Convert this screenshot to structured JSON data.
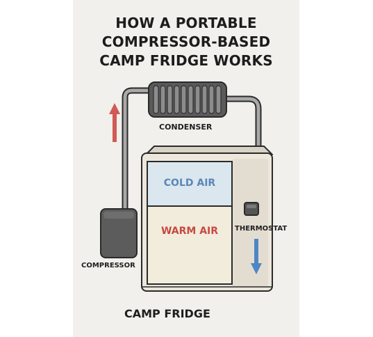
{
  "title": {
    "line1": "HOW A PORTABLE",
    "line2": "COMPRESSOR-BASED",
    "line3": "CAMP FRIDGE WORKS"
  },
  "labels": {
    "condenser": "CONDENSER",
    "compressor": "COMPRESSOR",
    "thermostat": "THERMOSTAT",
    "cold_air": "COLD AIR",
    "warm_air": "WARM AIR",
    "camp_fridge": "CAMP FRIDGE"
  },
  "colors": {
    "panel_background": "#f2f0ec",
    "cold_air": "#5b86b6",
    "warm_air": "#c74944",
    "hot_flow_arrow": "#d05a55",
    "cold_flow_arrow": "#4f86c4",
    "outline": "#2a2a2a",
    "device_grey": "#5a5a5a"
  },
  "arrows": {
    "left": "up",
    "right": "down"
  }
}
